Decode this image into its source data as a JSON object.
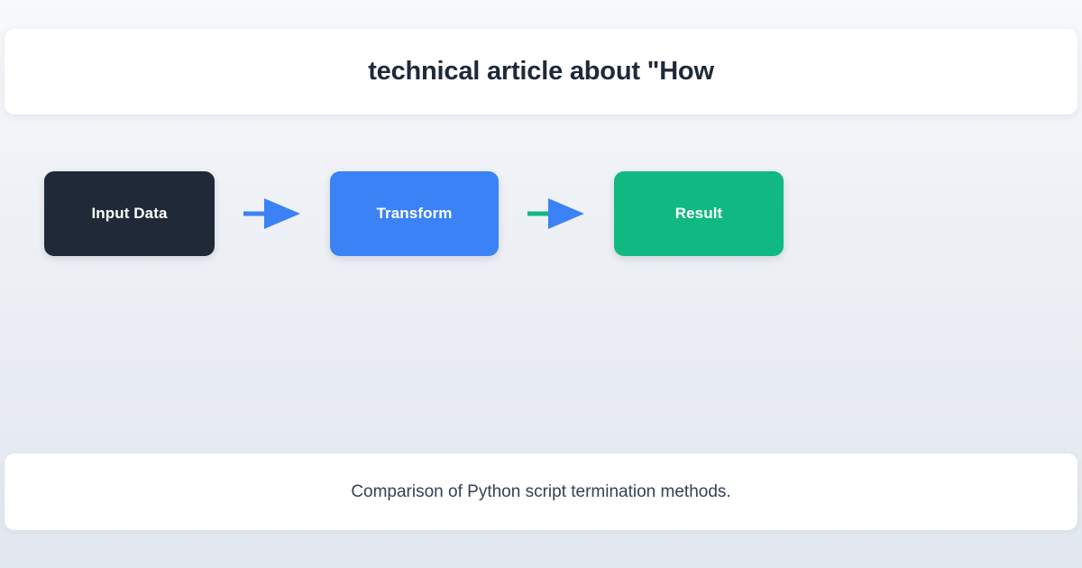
{
  "header": {
    "title": "technical article about \"How",
    "title_color": "#1e293b",
    "card_background": "#ffffff"
  },
  "diagram": {
    "type": "flow",
    "nodes": [
      {
        "id": "input",
        "label": "Input Data",
        "color": "#1f2937",
        "text_color": "#ffffff"
      },
      {
        "id": "transform",
        "label": "Transform",
        "color": "#3b82f6",
        "text_color": "#ffffff"
      },
      {
        "id": "result",
        "label": "Result",
        "color": "#10b981",
        "text_color": "#ffffff"
      }
    ],
    "connectors": [
      {
        "id": "input-to-transform",
        "icon": "arrow-right-icon",
        "shaft_color": "#3b82f6",
        "head_color": "#3b82f6"
      },
      {
        "id": "transform-to-result",
        "icon": "arrow-right-icon",
        "shaft_color": "#10b981",
        "head_color": "#3b82f6"
      }
    ]
  },
  "footer": {
    "caption": "Comparison of Python script termination methods.",
    "caption_color": "#334155",
    "card_background": "#ffffff"
  },
  "page": {
    "background_top": "#f7f9fb",
    "background_bottom": "#e2e8f0"
  }
}
